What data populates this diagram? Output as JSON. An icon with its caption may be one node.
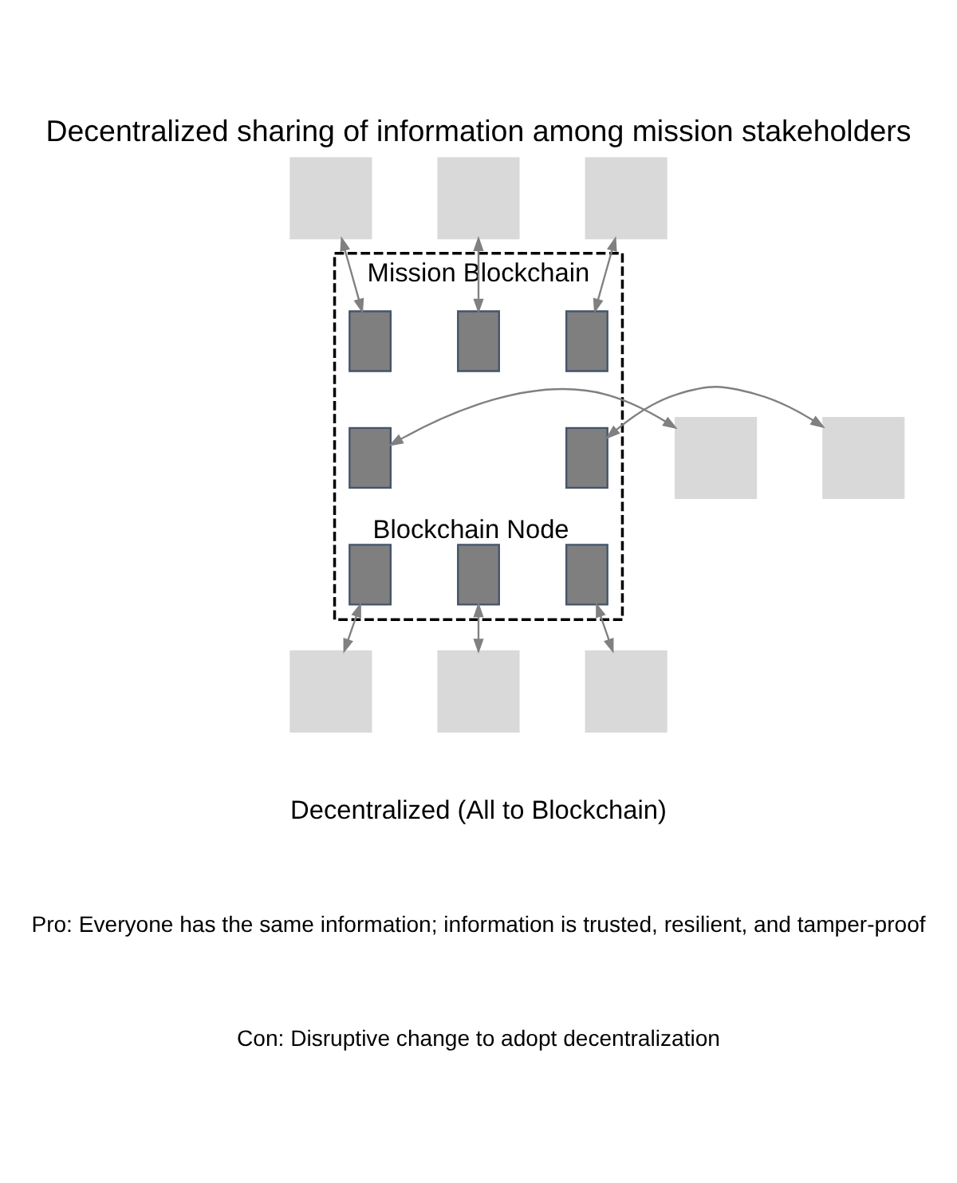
{
  "diagram": {
    "title": "Decentralized sharing of information among mission stakeholders",
    "nodes": [
      {
        "text": [
          "Mission Blockchain"
        ]
      },
      {
        "text": [],
        "shape": "box"
      },
      {
        "text": [],
        "shape": "box"
      },
      {
        "text": [],
        "shape": "box"
      },
      {
        "text": [],
        "shape": "box",
        "in": 0
      },
      {
        "text": [],
        "shape": "box",
        "in": 0
      },
      {
        "text": [],
        "shape": "box",
        "in": 0
      },
      {
        "text": [],
        "shape": "box"
      },
      {
        "text": [],
        "shape": "box",
        "in": 0
      },
      {
        "text": [],
        "shape": "box",
        "in": 0
      },
      {
        "text": [],
        "shape": "box"
      },
      {
        "text": [],
        "shape": "box",
        "in": 0
      },
      {
        "text": [],
        "shape": "box",
        "in": 0
      },
      {
        "text": [],
        "shape": "box",
        "in": 0,
        "beside": [
          "Blockchain Node"
        ]
      },
      {
        "text": [],
        "shape": "box"
      },
      {
        "text": [],
        "shape": "box"
      },
      {
        "text": [],
        "shape": "box"
      }
    ],
    "edges": [
      {
        "from": 1,
        "to": 4,
        "arrow": "both"
      },
      {
        "from": 2,
        "to": 5,
        "arrow": "both"
      },
      {
        "from": 3,
        "to": 6,
        "arrow": "both"
      },
      {
        "from": 7,
        "to": 8,
        "arrow": "both"
      },
      {
        "from": 9,
        "to": 10,
        "arrow": "both"
      },
      {
        "from": 11,
        "to": 14,
        "arrow": "both"
      },
      {
        "from": 12,
        "to": 15,
        "arrow": "both"
      },
      {
        "from": 13,
        "to": 16,
        "arrow": "both"
      }
    ],
    "labels": [
      "Decentralized (All to Blockchain)",
      "Pro: Everyone has the same information; information is trusted, resilient, and tamper-proof",
      "Con: Disruptive change to adopt decentralization"
    ]
  }
}
